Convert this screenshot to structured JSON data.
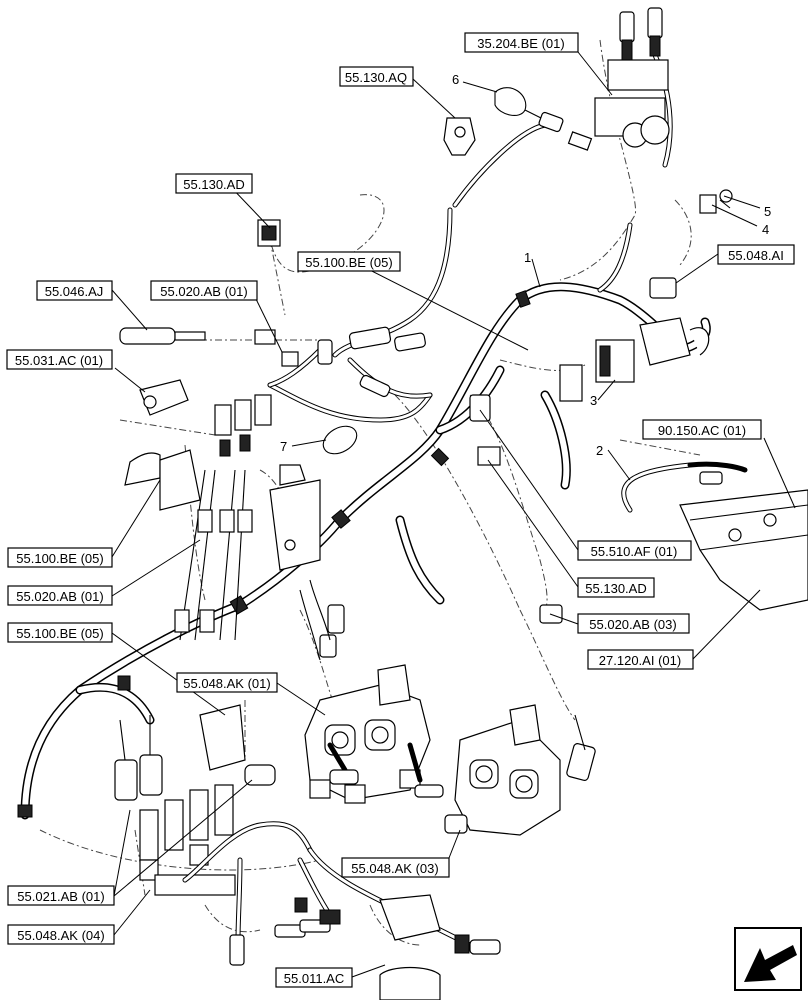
{
  "callouts": {
    "c01": "35.204.BE (01)",
    "c02": "55.130.AQ",
    "c03": "55.130.AD",
    "c04": "55.100.BE (05)",
    "c05": "55.046.AJ",
    "c06": "55.020.AB (01)",
    "c07": "55.031.AC (01)",
    "c08": "55.048.AI",
    "c09": "90.150.AC (01)",
    "c10": "55.100.BE (05)",
    "c11": "55.020.AB (01)",
    "c12": "55.510.AF (01)",
    "c13": "55.130.AD",
    "c14": "55.020.AB (03)",
    "c15": "55.100.BE (05)",
    "c16": "27.120.AI (01)",
    "c17": "55.048.AK (01)",
    "c18": "55.048.AK (03)",
    "c19": "55.021.AB (01)",
    "c20": "55.048.AK (04)",
    "c21": "55.011.AC"
  },
  "item_numbers": {
    "n1": "1",
    "n2": "2",
    "n3": "3",
    "n4": "4",
    "n5": "5",
    "n6": "6",
    "n7": "7"
  },
  "icons": {
    "nav": "direction-arrow-icon"
  },
  "colors": {
    "line": "#000000",
    "background": "#ffffff"
  }
}
